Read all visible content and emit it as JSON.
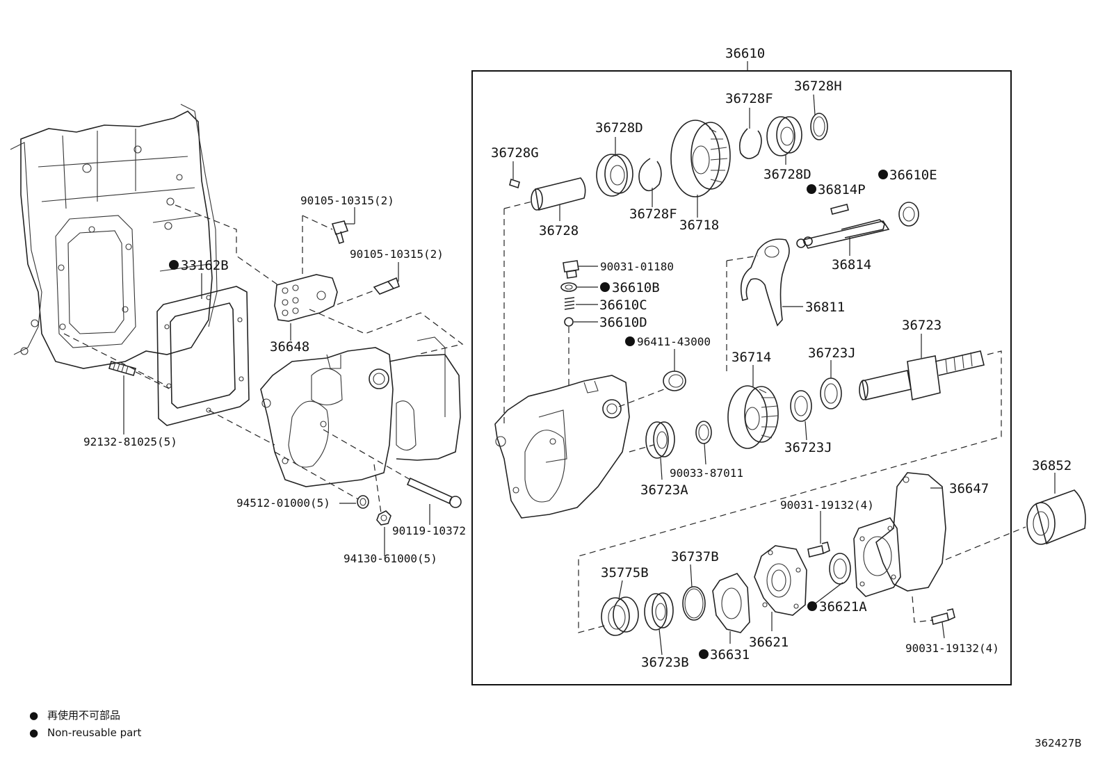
{
  "diagram_id": "362427B",
  "assembly": {
    "number": "36610"
  },
  "legend": {
    "symbol": "●",
    "line1": "再使用不可部品",
    "line2": "Non-reusable part"
  },
  "parts": {
    "p33162B": "33162B",
    "p90105a": "90105-10315(2)",
    "p90105b": "90105-10315(2)",
    "p36648": "36648",
    "p92132": "92132-81025(5)",
    "p94512": "94512-01000(5)",
    "p90119": "90119-10372",
    "p94130": "94130-61000(5)",
    "p36728G": "36728G",
    "p36728": "36728",
    "p36728D_a": "36728D",
    "p36728F_a": "36728F",
    "p36718": "36718",
    "p36728F_b": "36728F",
    "p36728H": "36728H",
    "p36728D_b": "36728D",
    "p36814P": "36814P",
    "p36610E": "36610E",
    "p36814": "36814",
    "p36811": "36811",
    "p90031_01180": "90031-01180",
    "p36610B": "36610B",
    "p36610C": "36610C",
    "p36610D": "36610D",
    "p96411": "96411-43000",
    "p36714": "36714",
    "p36723J_a": "36723J",
    "p36723J_b": "36723J",
    "p36723": "36723",
    "p90033": "90033-87011",
    "p36723A": "36723A",
    "p36852": "36852",
    "p36647": "36647",
    "p90031_19132a": "90031-19132(4)",
    "p36737B": "36737B",
    "p35775B": "35775B",
    "p36621A": "36621A",
    "p36621": "36621",
    "p36631": "36631",
    "p36723B": "36723B",
    "p90031_19132b": "90031-19132(4)"
  }
}
